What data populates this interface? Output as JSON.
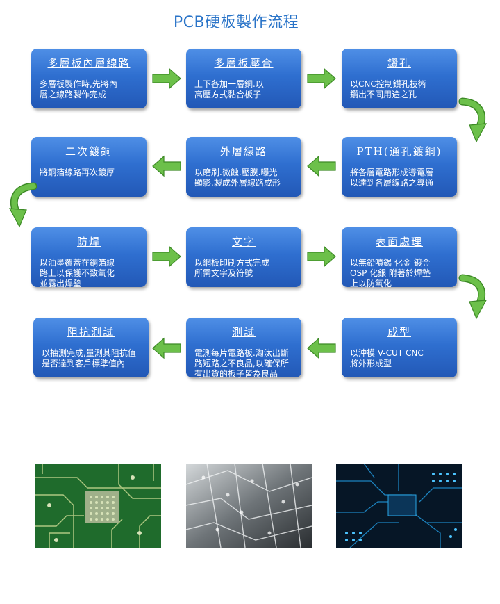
{
  "title": "PCB硬板製作流程",
  "steps": [
    {
      "title": "多層板內層線路",
      "desc": "多層板製作時,先將內\n層之線路製作完成"
    },
    {
      "title": "多層板壓合",
      "desc": "上下各加一層銅.以\n高壓方式黏合板子"
    },
    {
      "title": "鑽孔",
      "desc": "以CNC控制鑽孔技術\n鑽出不同用途之孔"
    },
    {
      "title": "PTH(通孔鍍銅)",
      "desc": "將各層電路形成導電層\n以達到各層線路之導通"
    },
    {
      "title": "外層線路",
      "desc": "以磨刷.微蝕.壓膜.曝光\n顯影.製成外層線路成形"
    },
    {
      "title": "二次鍍銅",
      "desc": "將銅箔線路再次鍍厚"
    },
    {
      "title": "防焊",
      "desc": "以油墨覆蓋在銅箔線\n路上以保護不致氧化\n並露出焊墊"
    },
    {
      "title": "文字",
      "desc": "以網板印刷方式完成\n所需文字及符號"
    },
    {
      "title": "表面處理",
      "desc": "以無鉛噴錫 化金 鍍金\nOSP 化銀 附著於焊墊\n上以防氧化"
    },
    {
      "title": "成型",
      "desc": "以沖模 V-CUT CNC\n將外形成型"
    },
    {
      "title": "測試",
      "desc": "電測每片電路板.淘汰出斷\n路短路之不良品,以確保所\n有出貨的板子皆為良品"
    },
    {
      "title": "阻抗測試",
      "desc": "以抽測完成,量測其阻抗值\n是否達到客戶標準值內"
    }
  ],
  "colors": {
    "box": "#2f6fd0",
    "arrow": "#6cc04a",
    "title": "#2a74c8"
  },
  "photos": [
    "green-pcb-photo",
    "grey-circuit-photo",
    "blue-circuit-photo"
  ]
}
